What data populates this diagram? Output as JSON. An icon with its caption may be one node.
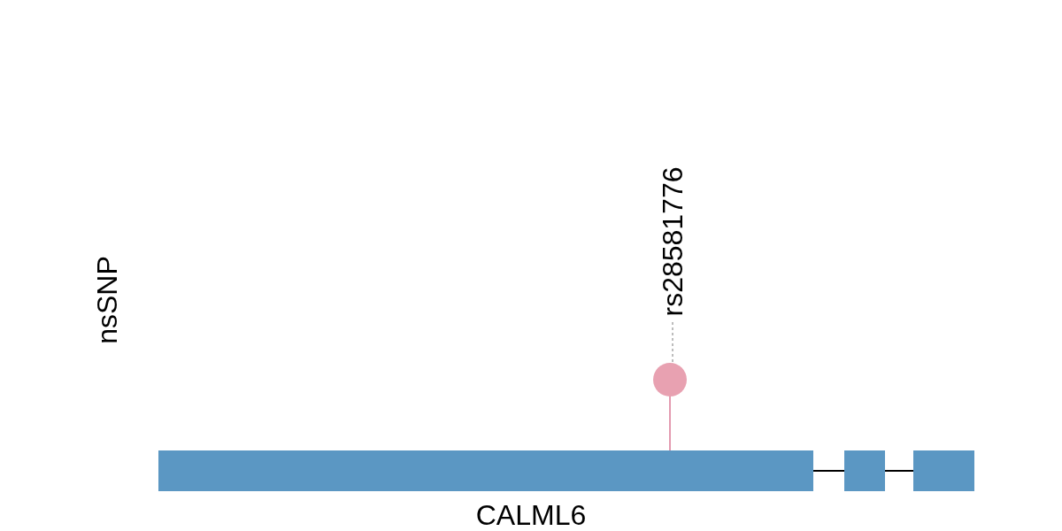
{
  "diagram": {
    "nodes": [
      {
        "text": [
          "rs28581776"
        ]
      },
      {
        "text": [],
        "shape": "circle"
      },
      {
        "text": [],
        "shape": "bar"
      },
      {
        "text": [],
        "shape": "bar"
      },
      {
        "text": [],
        "shape": "bar"
      }
    ],
    "edges": [
      {
        "from": 0,
        "to": 1,
        "arrow": "none",
        "style": "dashed",
        "color": "#bdbdbd"
      },
      {
        "from": 1,
        "to": 2,
        "arrow": "none",
        "color": "#e39ab0"
      },
      {
        "from": 2,
        "to": 3,
        "arrow": "none"
      },
      {
        "from": 3,
        "to": 4,
        "arrow": "none"
      }
    ],
    "labels": [
      "nsSNP",
      "CALML6"
    ]
  }
}
